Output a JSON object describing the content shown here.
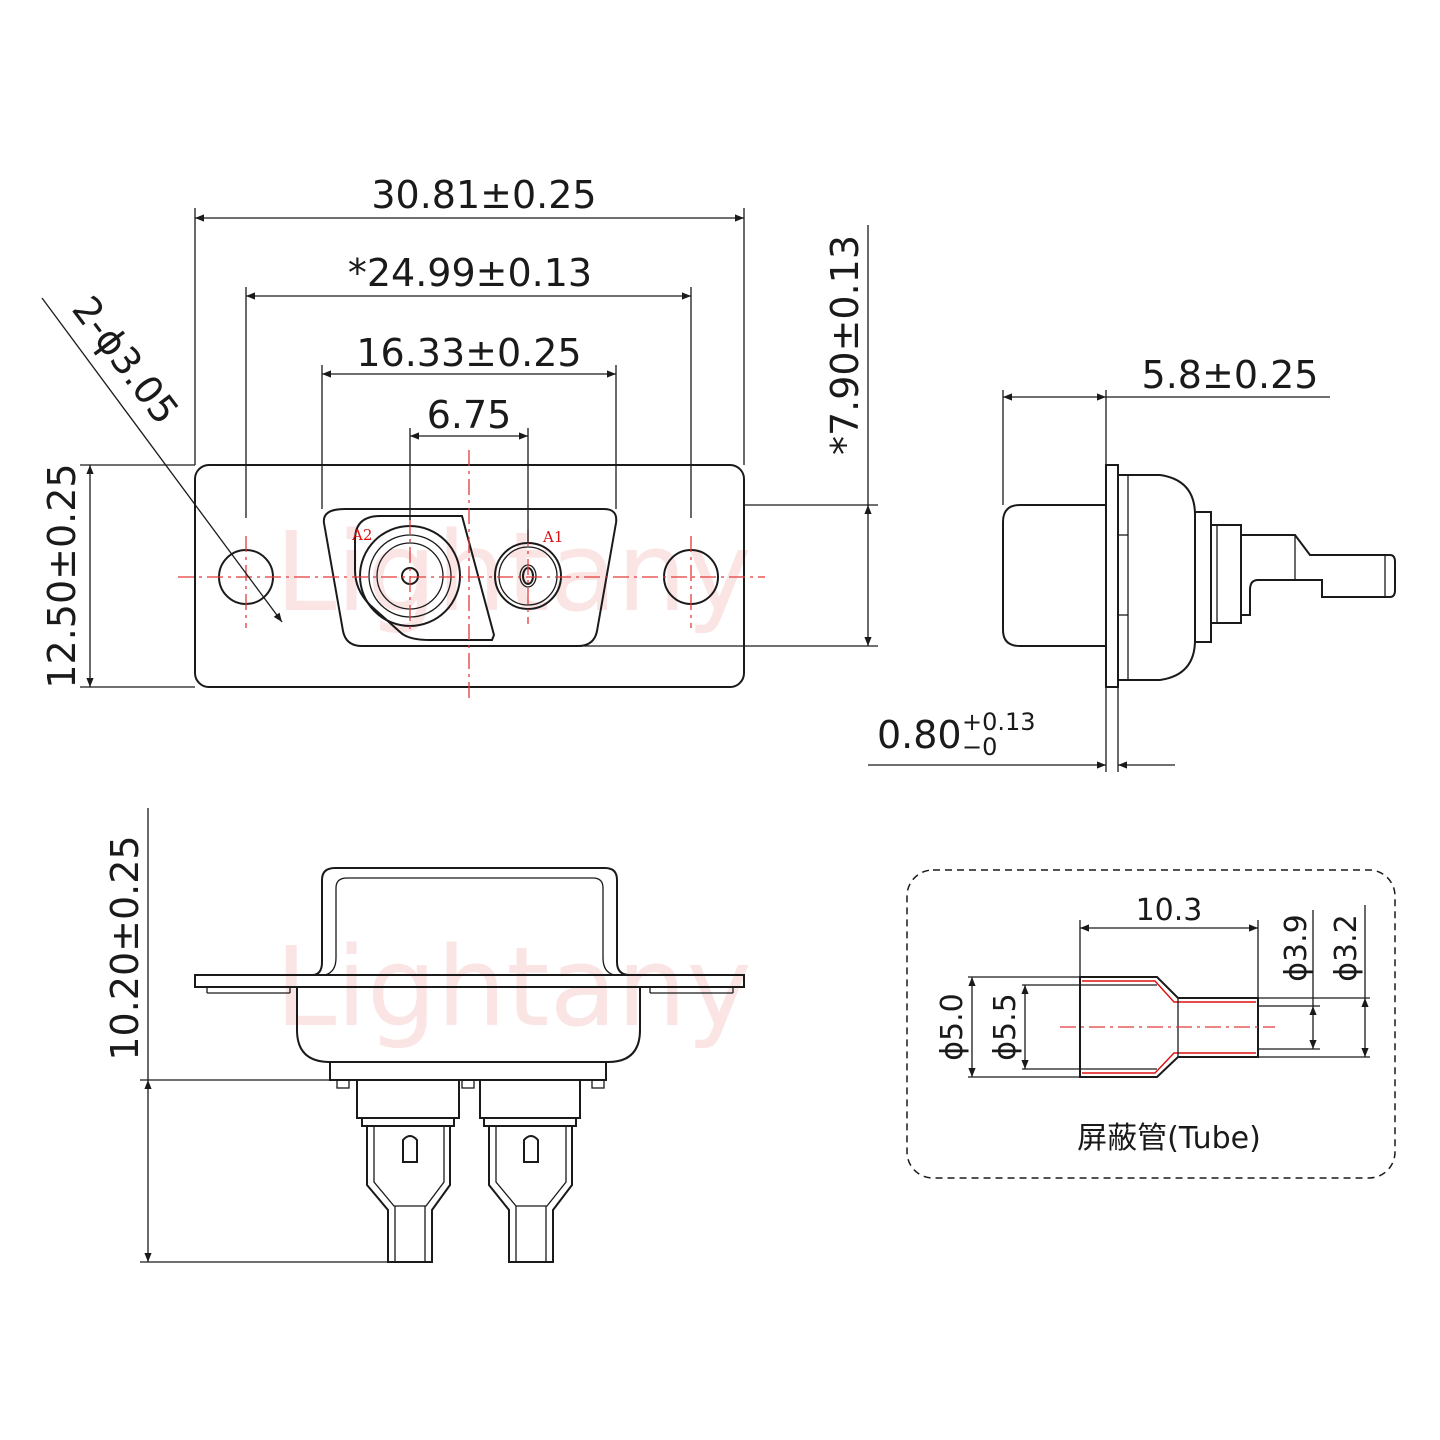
{
  "watermark": "Lightany",
  "front_view": {
    "overall_width": "30.81±0.25",
    "mount_pitch": "*24.99±0.13",
    "shell_width": "16.33±0.25",
    "contact_pitch": "6.75",
    "mount_holes": "2-ϕ3.05",
    "height": "12.50±0.25",
    "shell_height": "*7.90±0.13",
    "pin_a2": "A2",
    "pin_a1": "A1"
  },
  "side_view": {
    "depth": "5.8±0.25",
    "flange_thickness": "0.80",
    "tolerance_upper": "+0.13",
    "tolerance_lower": "−0"
  },
  "bottom_view": {
    "total_height": "10.20±0.25"
  },
  "tube_detail": {
    "length": "10.3",
    "d_outer_1": "ϕ5.0",
    "d_outer_2": "ϕ5.5",
    "d_inner_1": "ϕ3.9",
    "d_inner_2": "ϕ3.2",
    "caption": "屏蔽管(Tube)"
  }
}
